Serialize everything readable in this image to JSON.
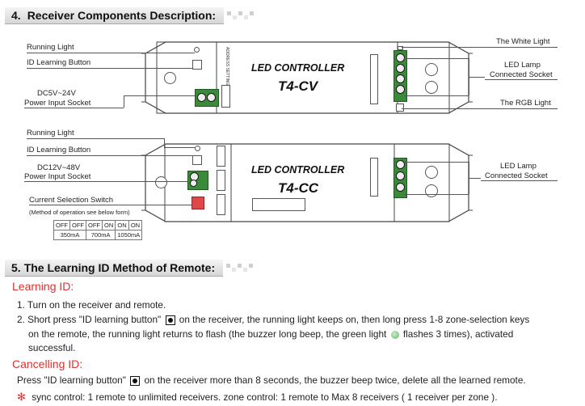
{
  "section4": {
    "number": "4.",
    "title": "Receiver Components Description:",
    "cv": {
      "left_labels": [
        "Running Light",
        "ID Learning Button",
        "DC5V~24V",
        "Power Input Socket"
      ],
      "right_labels": [
        "The White Light",
        "LED Lamp",
        "Connected Socket",
        "The RGB Light"
      ],
      "title": "LED CONTROLLER",
      "model": "T4-CV"
    },
    "cc": {
      "left_labels": [
        "Running Light",
        "ID Learning Button",
        "DC12V~48V",
        "Power Input Socket",
        "Current Selection Switch",
        "(Method of operation see below form)"
      ],
      "right_labels": [
        "LED Lamp",
        "Connected Socket"
      ],
      "title": "LED CONTROLLER",
      "model": "T4-CC",
      "current_table": {
        "row1": [
          "OFF",
          "OFF",
          "OFF",
          "ON",
          "ON",
          "ON"
        ],
        "row2": [
          "350mA",
          "700mA",
          "1050mA"
        ]
      }
    }
  },
  "section5": {
    "number": "5.",
    "title": "The Learning ID Method of Remote:",
    "learning_heading": "Learning ID:",
    "step1": "1. Turn on the receiver and remote.",
    "step2_a": "2. Short press \"ID learning button\"",
    "step2_b": "on the receiver, the running light keeps on, then long press 1-8 zone-selection keys",
    "step2_c": "on the remote, the running light returns to flash (the buzzer long beep, the green light",
    "step2_d": "flashes 3 times), activated",
    "step2_e": "successful.",
    "cancel_heading": "Cancelling ID:",
    "cancel_a": "Press \"ID learning button\"",
    "cancel_b": "on the receiver more than 8 seconds, the buzzer beep twice, delete all the learned remote.",
    "note_mark": "✻",
    "note": "sync control: 1 remote to unlimited receivers. zone control: 1 remote to Max 8 receivers ( 1 receiver per zone )."
  }
}
